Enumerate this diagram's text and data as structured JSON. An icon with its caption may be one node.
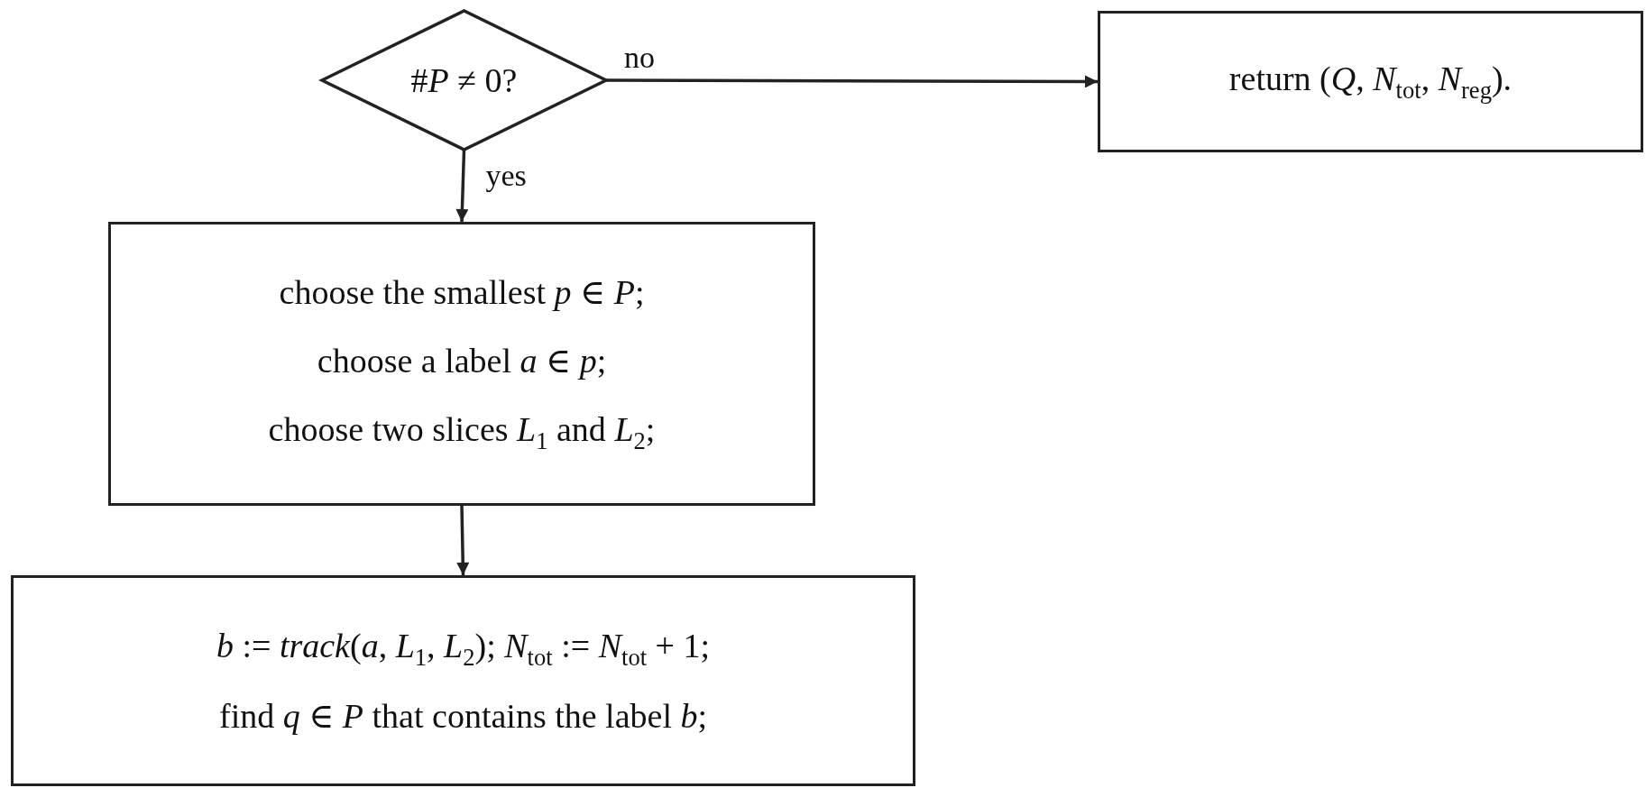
{
  "diagram": {
    "nodes": [
      {
        "text": [
          "#*P* ≠ 0?"
        ]
      },
      {
        "text": [
          "return (*Q*, *N*$_{tot}$, *N*$_{reg}$)."
        ]
      },
      {
        "text": [
          "choose the smallest *p* ∈ *P*;",
          "choose a label *a* ∈ *p*;",
          "choose two slices *L*$_{1}$ and *L*$_{2}$;"
        ]
      },
      {
        "text": [
          "*b* := *track*(*a*, *L*$_{1}$, *L*$_{2}$); *N*$_{tot}$ := *N*$_{tot}$ + 1;",
          "find *q* ∈ *P* that contains the label *b*;"
        ]
      }
    ],
    "edges": [
      {
        "from": 0,
        "to": 1,
        "arrow": "to",
        "label": "no"
      },
      {
        "from": 0,
        "to": 2,
        "arrow": "to",
        "label": "yes"
      },
      {
        "from": 2,
        "to": 3,
        "arrow": "to"
      }
    ]
  }
}
